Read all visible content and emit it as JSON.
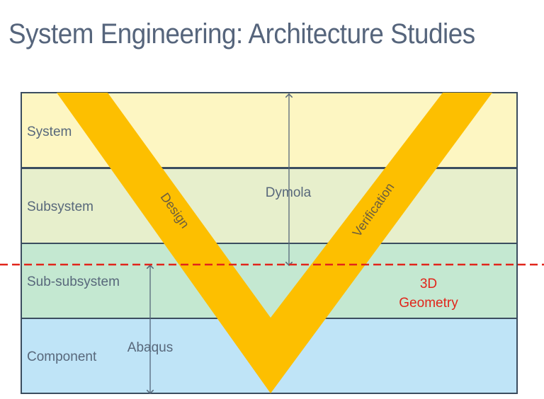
{
  "title": "System Engineering: Architecture Studies",
  "levels": [
    {
      "label": "System",
      "color": "#fdf6c2"
    },
    {
      "label": "Subsystem",
      "color": "#e7efcc"
    },
    {
      "label": "Sub-subsystem",
      "color": "#c4e8d1"
    },
    {
      "label": "Component",
      "color": "#bfe4f7"
    }
  ],
  "v_shape": {
    "left_label": "Design",
    "right_label": "Verification",
    "color": "#fdbf00"
  },
  "tools": {
    "upper": "Dymola",
    "lower": "Abaqus"
  },
  "threshold_label": "3D Geometry",
  "colors": {
    "border": "#3b4d5f",
    "label_text": "#58687b",
    "threshold": "#e1251b"
  }
}
